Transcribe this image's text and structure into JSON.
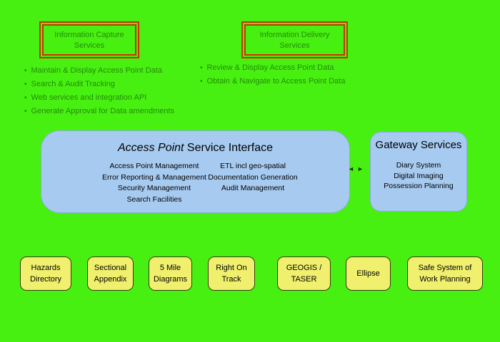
{
  "colors": {
    "background_green": "#48F011",
    "red_border": "#CC3300",
    "blue_panel": "#A7CAF0",
    "yellow_box": "#F0F06E",
    "faint_green_text": "rgba(0,55,0,0.55)"
  },
  "glyphs": {
    "bullet": "•",
    "arrow_left": "◄",
    "arrow_right": "►"
  },
  "capture_box": {
    "title_lines": [
      "Information Capture",
      "Services"
    ],
    "bullets": [
      "Maintain & Display Access Point Data",
      "Search & Audit Tracking",
      "Web services and integration API",
      "Generate Approval for Data amendments"
    ]
  },
  "delivery_box": {
    "title_lines": [
      "Information Delivery",
      "Services"
    ],
    "bullets": [
      "Review & Display Access Point Data",
      "Obtain & Navigate to Access Point Data"
    ]
  },
  "service_interface": {
    "title_italic": "Access Point",
    "title_rest": " Service Interface",
    "left_items": [
      "Access Point Management",
      "Error Reporting & Management",
      "Security Management",
      "Search Facilities"
    ],
    "right_items": [
      "ETL incl geo-spatial",
      "Documentation Generation",
      "Audit Management"
    ]
  },
  "gateway": {
    "title": "Gateway Services",
    "items": [
      "Diary System",
      "Digital Imaging",
      "Possession Planning"
    ]
  },
  "systems": [
    {
      "lines": [
        "Hazards",
        "Directory"
      ]
    },
    {
      "lines": [
        "Sectional",
        "Appendix"
      ]
    },
    {
      "lines": [
        "5 Mile",
        "Diagrams"
      ]
    },
    {
      "lines": [
        "Right On",
        "Track"
      ]
    },
    {
      "lines": [
        "GEOGIS /",
        "TASER"
      ]
    },
    {
      "lines": [
        "Ellipse"
      ]
    },
    {
      "lines": [
        "Safe System of",
        "Work Planning"
      ]
    }
  ]
}
